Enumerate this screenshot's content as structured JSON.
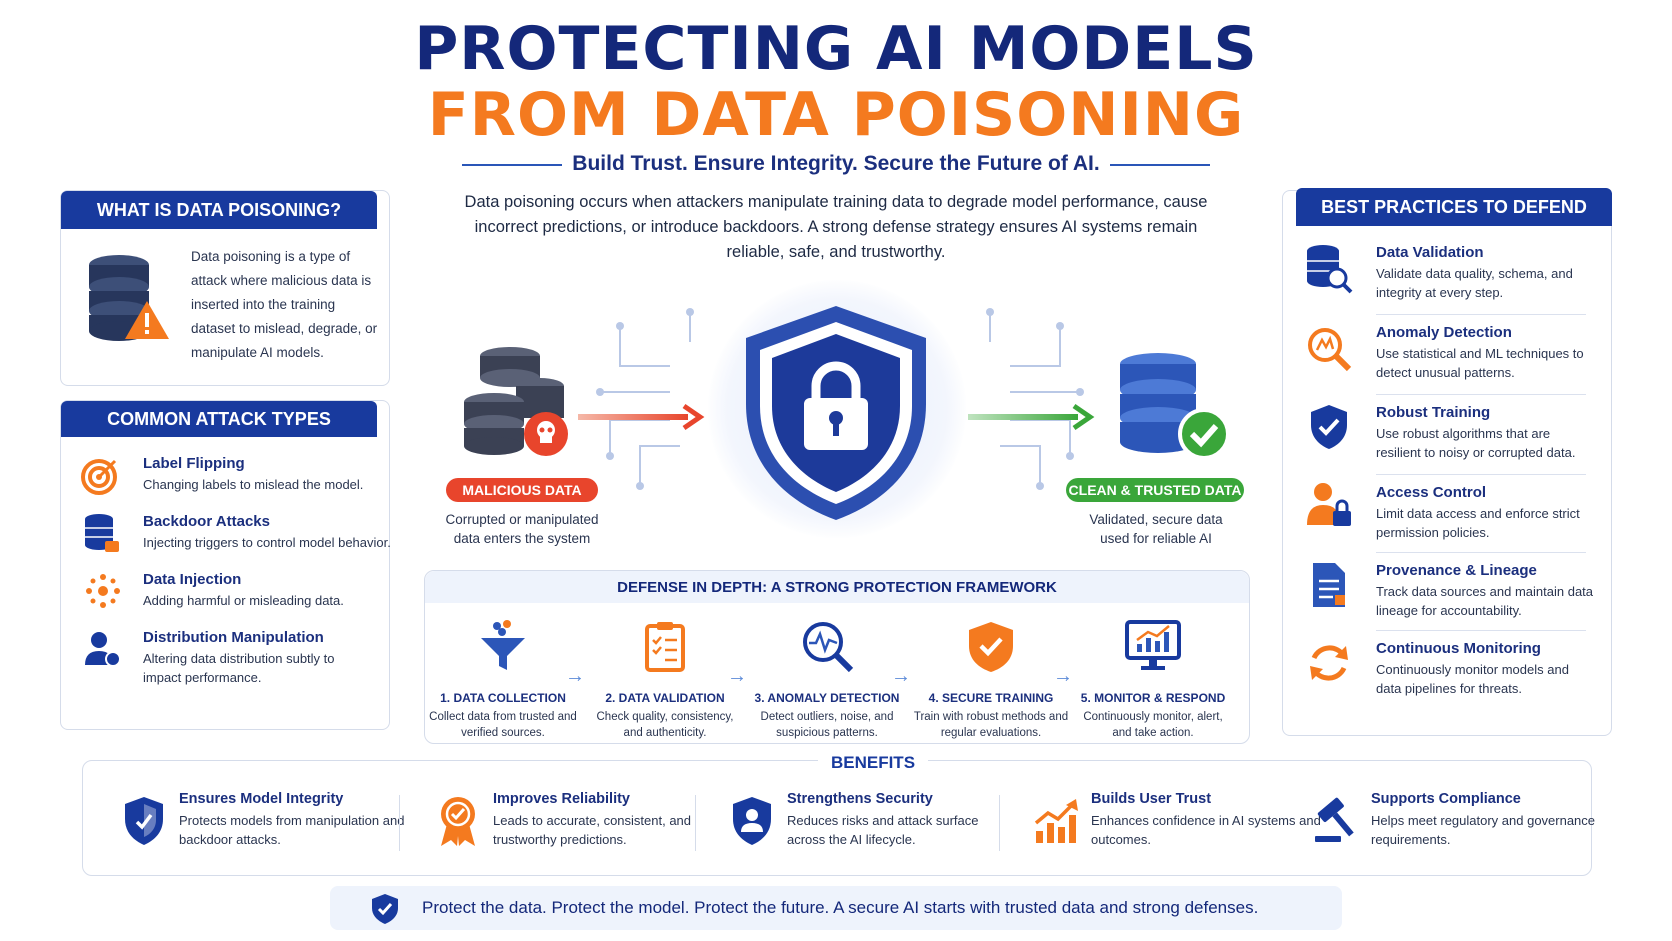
{
  "header": {
    "title_line1": "PROTECTING AI MODELS",
    "title_line2": "FROM DATA POISONING",
    "subtitle": "Build Trust. Ensure Integrity. Secure the Future of AI.",
    "intro": "Data poisoning occurs when attackers manipulate training data to degrade model performance, cause incorrect predictions, or introduce backdoors. A strong defense strategy ensures AI systems remain reliable, safe, and trustworthy."
  },
  "what_is": {
    "heading": "WHAT IS DATA POISONING?",
    "text": "Data poisoning is a type of attack where malicious data is inserted into the training dataset to mislead, degrade, or manipulate AI models."
  },
  "attack_types": {
    "heading": "COMMON ATTACK TYPES",
    "items": [
      {
        "title": "Label Flipping",
        "desc": "Changing labels to mislead the model."
      },
      {
        "title": "Backdoor Attacks",
        "desc": "Injecting triggers to control model behavior."
      },
      {
        "title": "Data Injection",
        "desc": "Adding harmful or misleading data."
      },
      {
        "title": "Distribution Manipulation",
        "desc": "Altering data distribution subtly to impact performance."
      }
    ]
  },
  "center": {
    "malicious_badge": "MALICIOUS DATA",
    "malicious_caption": "Corrupted or manipulated data enters the system",
    "clean_badge": "CLEAN & TRUSTED DATA",
    "clean_caption": "Validated, secure data used for reliable AI"
  },
  "framework": {
    "heading": "DEFENSE IN DEPTH: A STRONG PROTECTION FRAMEWORK",
    "steps": [
      {
        "title": "1. DATA COLLECTION",
        "desc": "Collect data from trusted and verified sources."
      },
      {
        "title": "2. DATA VALIDATION",
        "desc": "Check quality, consistency, and authenticity."
      },
      {
        "title": "3. ANOMALY DETECTION",
        "desc": "Detect outliers, noise, and suspicious patterns."
      },
      {
        "title": "4. SECURE TRAINING",
        "desc": "Train with robust methods and regular evaluations."
      },
      {
        "title": "5. MONITOR & RESPOND",
        "desc": "Continuously monitor, alert, and take action."
      }
    ]
  },
  "best_practices": {
    "heading": "BEST PRACTICES TO DEFEND",
    "items": [
      {
        "title": "Data Validation",
        "desc": "Validate data quality, schema, and integrity at every step."
      },
      {
        "title": "Anomaly Detection",
        "desc": "Use statistical and ML techniques to detect unusual patterns."
      },
      {
        "title": "Robust Training",
        "desc": "Use robust algorithms that are resilient to noisy or corrupted data."
      },
      {
        "title": "Access Control",
        "desc": "Limit data access and enforce strict permission policies."
      },
      {
        "title": "Provenance & Lineage",
        "desc": "Track data sources and maintain data lineage for accountability."
      },
      {
        "title": "Continuous Monitoring",
        "desc": "Continuously monitor models and data pipelines for threats."
      }
    ]
  },
  "benefits": {
    "heading": "BENEFITS",
    "items": [
      {
        "title": "Ensures Model Integrity",
        "desc": "Protects models from manipulation and backdoor attacks."
      },
      {
        "title": "Improves Reliability",
        "desc": "Leads to accurate, consistent, and trustworthy predictions."
      },
      {
        "title": "Strengthens Security",
        "desc": "Reduces risks and attack surface across the AI lifecycle."
      },
      {
        "title": "Builds User Trust",
        "desc": "Enhances confidence in AI systems and outcomes."
      },
      {
        "title": "Supports Compliance",
        "desc": "Helps meet regulatory and governance requirements."
      }
    ]
  },
  "footer": {
    "text": "Protect the data. Protect the model. Protect the future. A secure AI starts with trusted data and strong defenses."
  },
  "colors": {
    "navy": "#14287a",
    "blue": "#183a9e",
    "orange": "#f47a1f",
    "red": "#e8452c",
    "green": "#3aa63a"
  }
}
